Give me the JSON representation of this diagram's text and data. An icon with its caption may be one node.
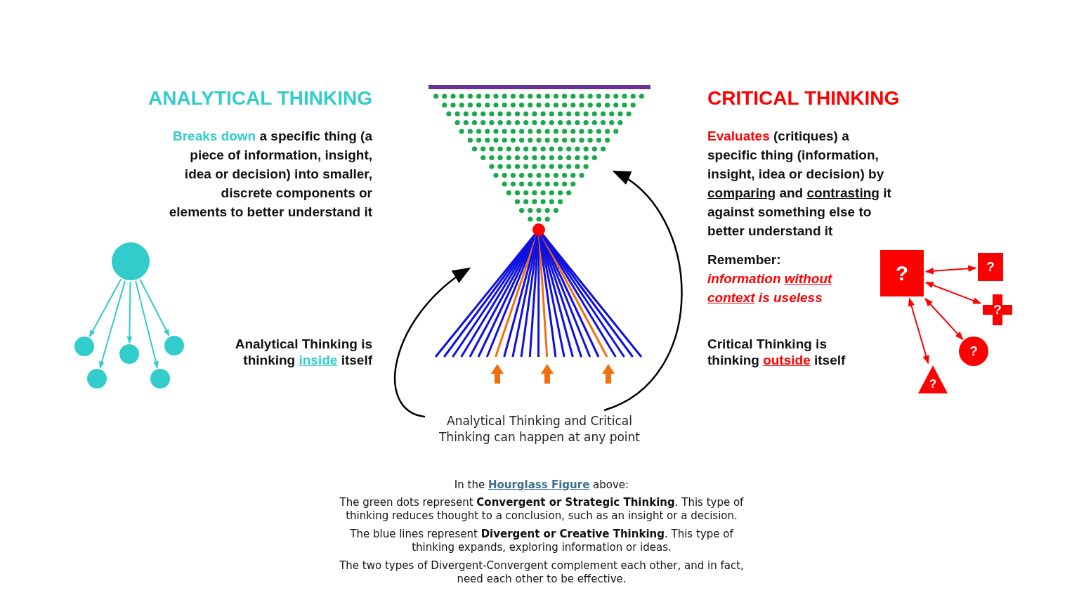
{
  "diagram": {
    "nodes": [
      {
        "text": [],
        "shape": "circle"
      },
      {
        "text": [],
        "shape": "circle"
      },
      {
        "text": [],
        "shape": "circle"
      },
      {
        "text": [],
        "shape": "circle"
      },
      {
        "text": [],
        "shape": "circle"
      },
      {
        "text": [],
        "shape": "circle"
      },
      {
        "text": [
          "Analytical Thinking and Critical Thinking can happen at any point"
        ]
      },
      {
        "text": [
          "?"
        ]
      },
      {
        "text": [
          "?"
        ]
      },
      {
        "text": [
          "?"
        ]
      },
      {
        "text": [
          "?"
        ]
      },
      {
        "text": [
          "?"
        ]
      }
    ],
    "edges": [
      {
        "from": 0,
        "to": 1,
        "arrow": "to"
      },
      {
        "from": 0,
        "to": 2,
        "arrow": "to"
      },
      {
        "from": 0,
        "to": 3,
        "arrow": "to"
      },
      {
        "from": 0,
        "to": 4,
        "arrow": "to"
      },
      {
        "from": 0,
        "to": 5,
        "arrow": "to"
      },
      {
        "from": 6,
        "to": null,
        "arrow": "to",
        "color": "#000000"
      },
      {
        "from": 6,
        "to": null,
        "arrow": "to",
        "color": "#000000"
      },
      {
        "from": 7,
        "to": 8,
        "arrow": "both",
        "color": "#ff0000"
      },
      {
        "from": 7,
        "to": 9,
        "arrow": "both",
        "color": "#ff0000"
      },
      {
        "from": 7,
        "to": 10,
        "arrow": "both",
        "color": "#ff0000"
      },
      {
        "from": 7,
        "to": 11,
        "arrow": "both",
        "color": "#ff0000"
      }
    ],
    "labels": [
      "ANALYTICAL THINKING",
      "**Breaks down** a specific thing (a piece of information, insight, idea or decision) into smaller, discrete components or elements to better understand it",
      "Analytical Thinking is thinking **inside** itself",
      "CRITICAL THINKING",
      "**Evaluates** (critiques) a specific thing (information, insight, idea or decision) by *comparing* and *contrasting* it against something else to better understand it",
      "Remember:",
      "information *without* *context* is useless",
      "Critical Thinking is thinking **outside** itself",
      "In the *Hourglass Figure* above:",
      "The green dots represent **Convergent or Strategic Thinking**. This type of thinking reduces thought to a conclusion, such as an insight or a decision.",
      "The blue lines represent **Divergent or Creative Thinking**. This type of thinking expands, exploring information or ideas.",
      "The two types of Divergent-Convergent complement each other, and in fact, need each other to be effective."
    ]
  }
}
